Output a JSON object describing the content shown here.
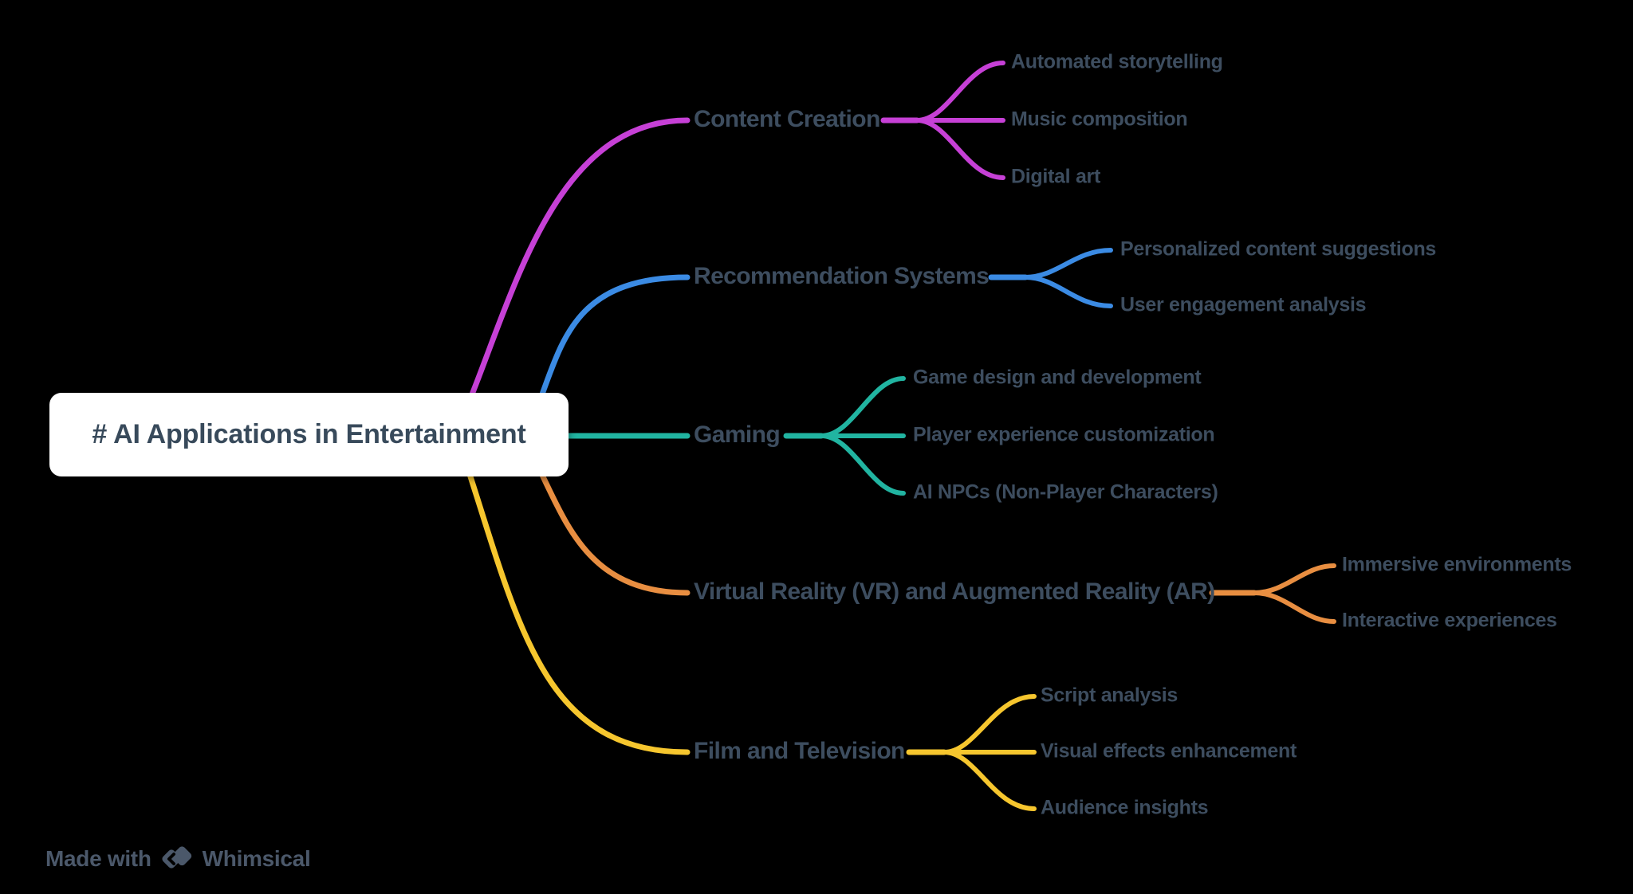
{
  "background_color": "#000000",
  "root": {
    "title": "# AI Applications in Entertainment",
    "bg_color": "#ffffff",
    "text_color": "#384A5B"
  },
  "label_text_color": "#3D4D5F",
  "branches": [
    {
      "label": "Content Creation",
      "color": "#C640D6",
      "children": [
        "Automated storytelling",
        "Music composition",
        "Digital art"
      ]
    },
    {
      "label": "Recommendation Systems",
      "color": "#3B8BE4",
      "children": [
        "Personalized content suggestions",
        "User engagement analysis"
      ]
    },
    {
      "label": "Gaming",
      "color": "#21B4A1",
      "children": [
        "Game design and development",
        "Player experience customization",
        "AI NPCs (Non-Player Characters)"
      ]
    },
    {
      "label": "Virtual Reality (VR) and Augmented Reality (AR)",
      "color": "#E88E41",
      "children": [
        "Immersive environments",
        "Interactive experiences"
      ]
    },
    {
      "label": "Film and Television",
      "color": "#F6C62E",
      "children": [
        "Script analysis",
        "Visual effects enhancement",
        "Audience insights"
      ]
    }
  ],
  "footer": {
    "made_with": "Made with",
    "brand": "Whimsical",
    "color": "#4B586A",
    "logo_icon": "whimsical-diamonds-icon"
  }
}
